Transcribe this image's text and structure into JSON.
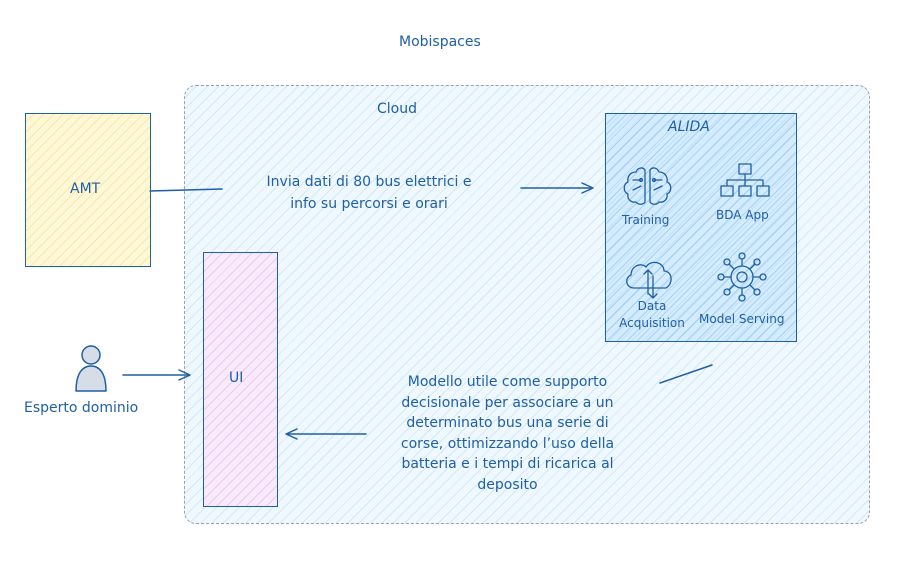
{
  "title": "Mobispaces",
  "cloud": {
    "label": "Cloud"
  },
  "amt": {
    "label": "AMT"
  },
  "ui": {
    "label": "UI"
  },
  "actor": {
    "label": "Esperto dominio"
  },
  "alida": {
    "label": "ALIDA",
    "components": [
      {
        "label": "Training",
        "icon": "brain-icon"
      },
      {
        "label": "BDA App",
        "icon": "hierarchy-icon"
      },
      {
        "label_line1": "Data",
        "label_line2": "Acquisition",
        "icon": "cloud-sync-icon"
      },
      {
        "label": "Model Serving",
        "icon": "network-icon"
      }
    ]
  },
  "arrows": {
    "amt_to_alida": {
      "line1": "Invia dati di 80 bus elettrici e",
      "line2": "info su percorsi e orari"
    },
    "alida_to_ui": {
      "line1": "Modello utile come supporto",
      "line2": "decisionale per associare a un",
      "line3": "determinato bus una serie di",
      "line4": "corse, ottimizzando l’uso della",
      "line5": "batteria e i tempi di ricarica al",
      "line6": "deposito"
    }
  },
  "colors": {
    "stroke": "#1f5fa3",
    "cloud_fill": "#a5d8ff",
    "amt_fill": "#fff8d6",
    "ui_fill": "#f8eafb"
  }
}
